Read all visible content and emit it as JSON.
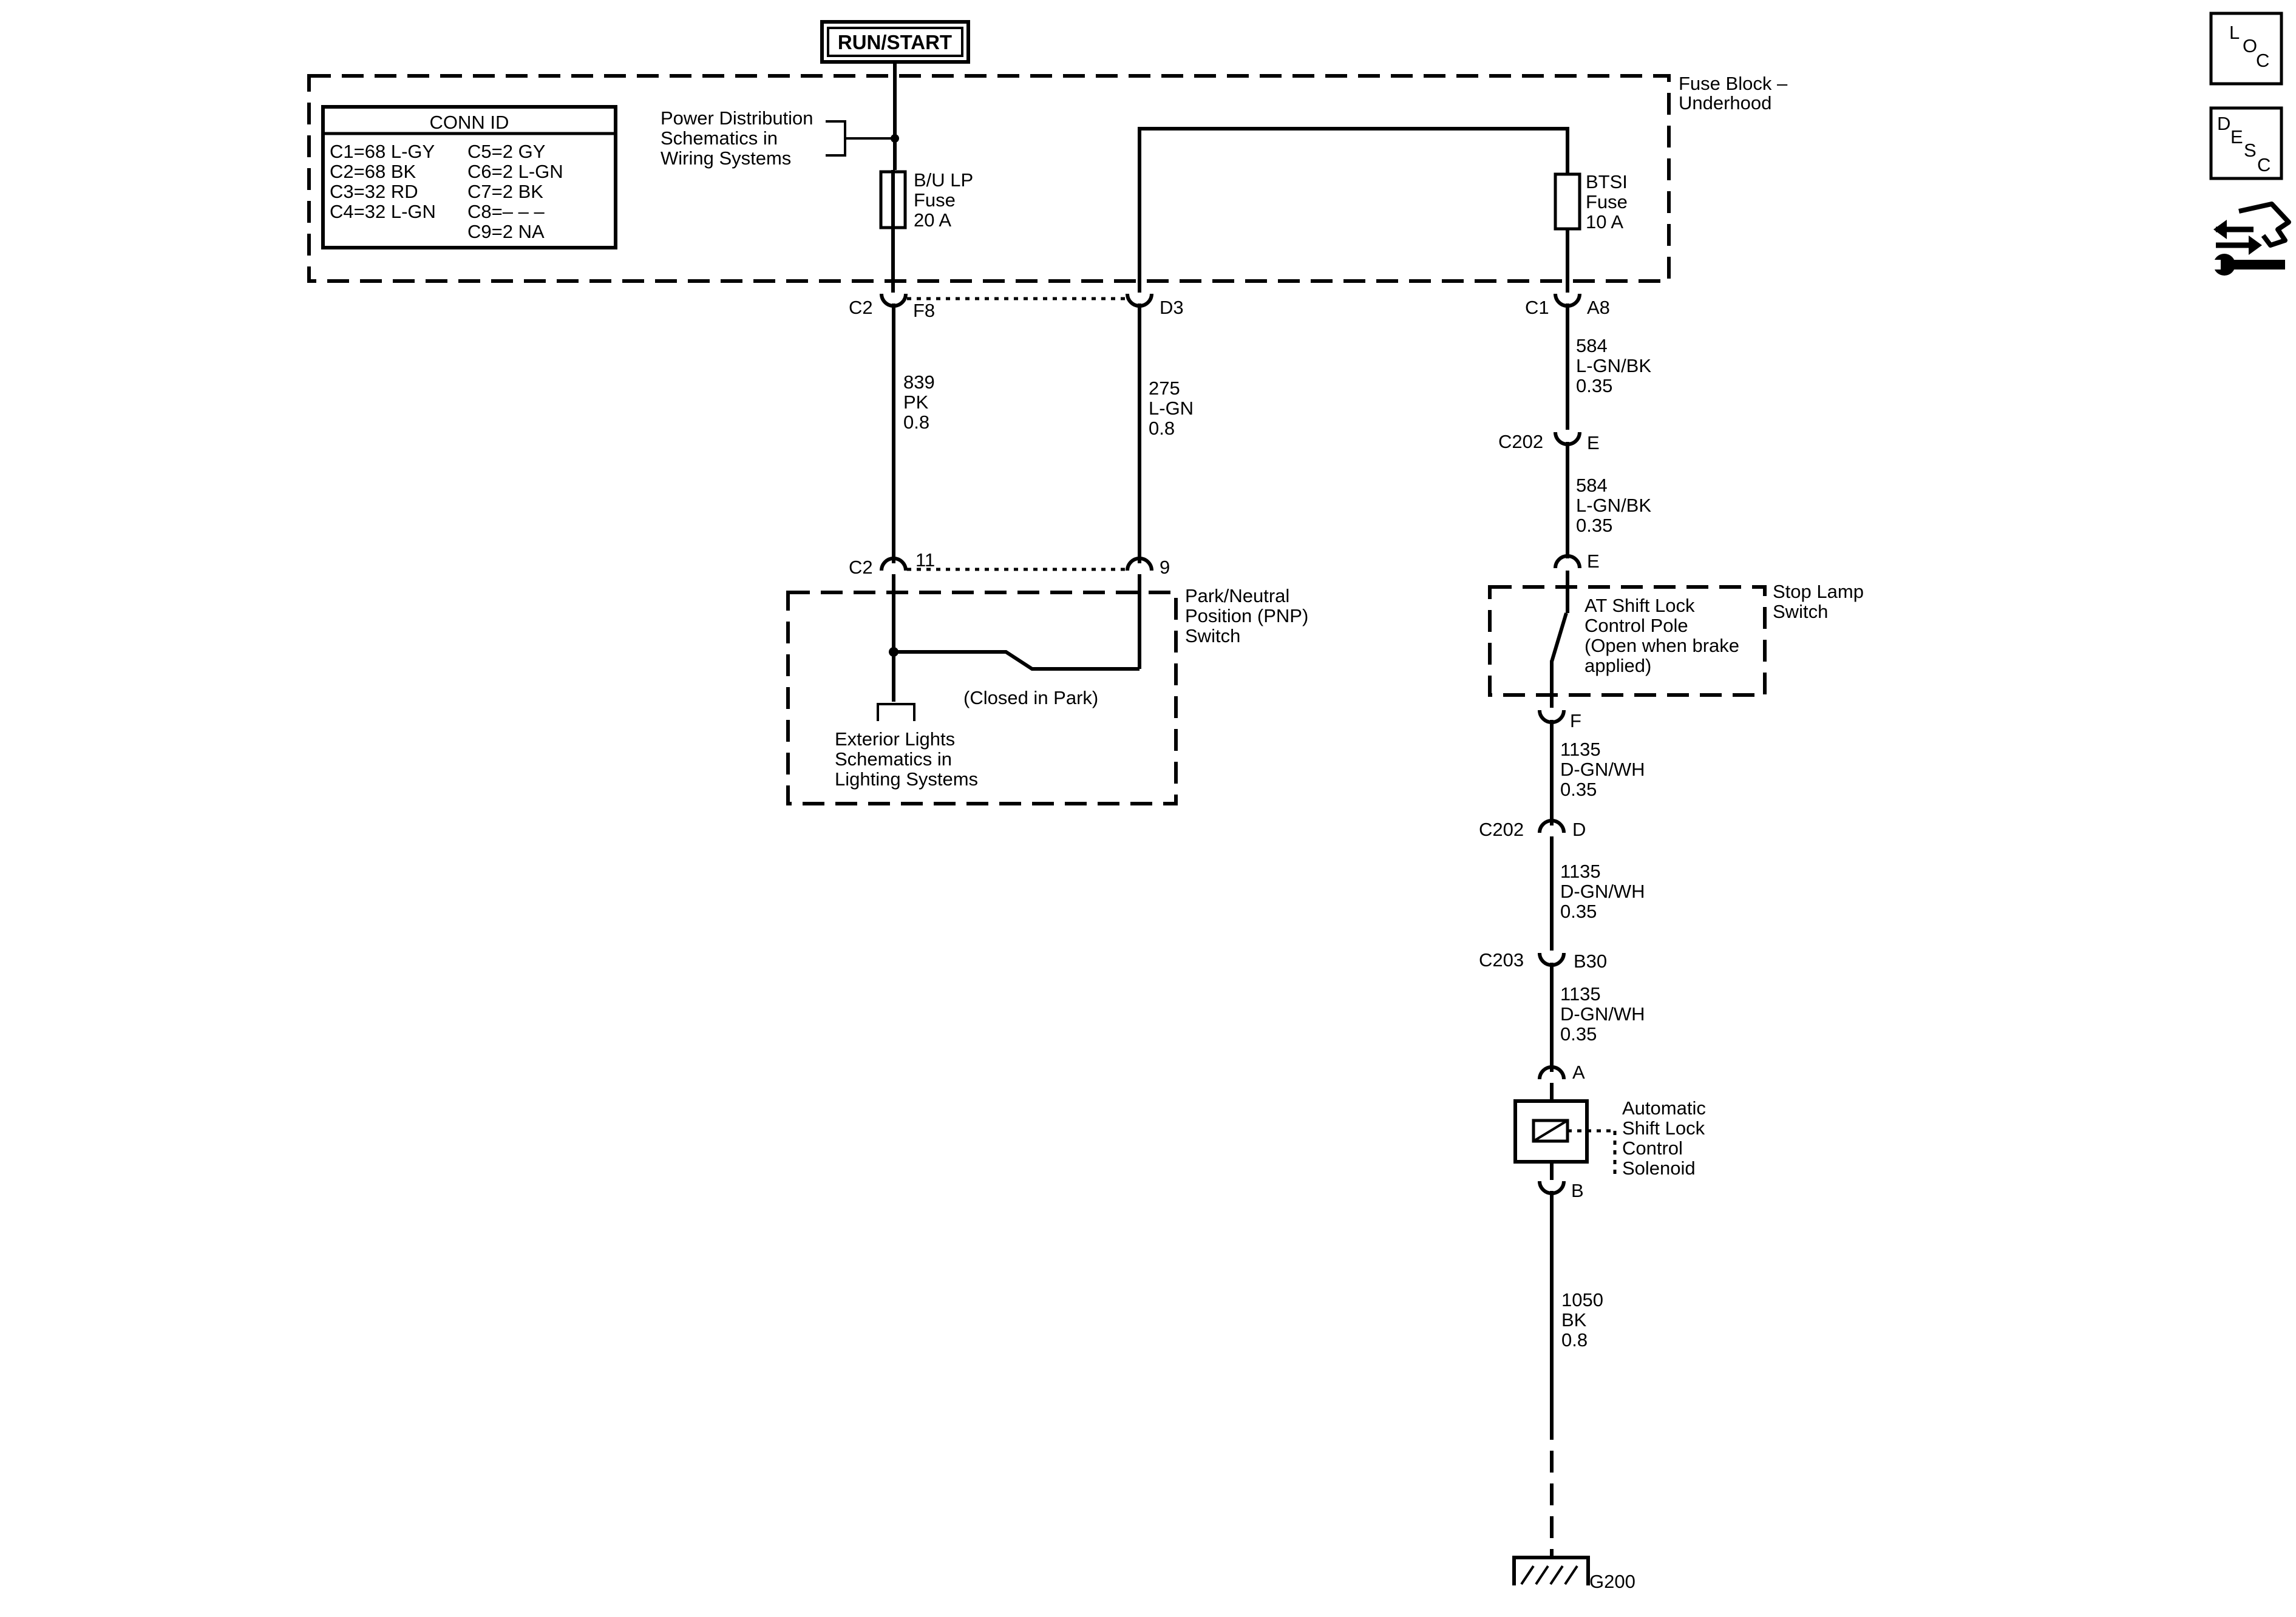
{
  "run_start_label": "RUN/START",
  "fuse_block": {
    "label_line1": "Fuse Block –",
    "label_line2": "Underhood",
    "bu_lp_fuse": [
      "B/U LP",
      "Fuse",
      "20 A"
    ],
    "btsi_fuse": [
      "BTSI",
      "Fuse",
      "10 A"
    ]
  },
  "conn_id": {
    "title": "CONN ID",
    "left": [
      "C1=68 L-GY",
      "C2=68 BK",
      "C3=32 RD",
      "C4=32 L-GN"
    ],
    "right": [
      "C5=2 GY",
      "C6=2 L-GN",
      "C7=2 BK",
      "C8=– – –",
      "C9=2 NA"
    ]
  },
  "power_distribution": [
    "Power Distribution",
    "Schematics in",
    "Wiring Systems"
  ],
  "connectors": {
    "c2_top": "C2",
    "f8": "F8",
    "d3": "D3",
    "c1": "C1",
    "a8": "A8",
    "c2_bottom": "C2",
    "pin11": "11",
    "pin9": "9",
    "c202_e": "C202",
    "e_top": "E",
    "e_bottom": "E",
    "f": "F",
    "c202_d": "C202",
    "d": "D",
    "c203": "C203",
    "b30": "B30",
    "a": "A",
    "b": "B",
    "g200": "G200"
  },
  "wires": {
    "w839": [
      "839",
      "PK",
      "0.8"
    ],
    "w275": [
      "275",
      "L-GN",
      "0.8"
    ],
    "w584a": [
      "584",
      "L-GN/BK",
      "0.35"
    ],
    "w584b": [
      "584",
      "L-GN/BK",
      "0.35"
    ],
    "w1135a": [
      "1135",
      "D-GN/WH",
      "0.35"
    ],
    "w1135b": [
      "1135",
      "D-GN/WH",
      "0.35"
    ],
    "w1135c": [
      "1135",
      "D-GN/WH",
      "0.35"
    ],
    "w1050": [
      "1050",
      "BK",
      "0.8"
    ]
  },
  "pnp_switch": {
    "label": [
      "Park/Neutral",
      "Position (PNP)",
      "Switch"
    ],
    "closed_note": "(Closed in Park)",
    "exterior": [
      "Exterior Lights",
      "Schematics in",
      "Lighting Systems"
    ]
  },
  "stop_lamp_switch": {
    "label": [
      "Stop Lamp",
      "Switch"
    ],
    "pole": [
      "AT Shift Lock",
      "Control Pole",
      "(Open when brake",
      "applied)"
    ]
  },
  "solenoid": [
    "Automatic",
    "Shift Lock",
    "Control",
    "Solenoid"
  ],
  "side_icons": {
    "loc": [
      "L",
      "O",
      "C"
    ],
    "desc": [
      "D",
      "E",
      "S",
      "C"
    ],
    "nav_icon": "arrows-wrench-icon"
  }
}
